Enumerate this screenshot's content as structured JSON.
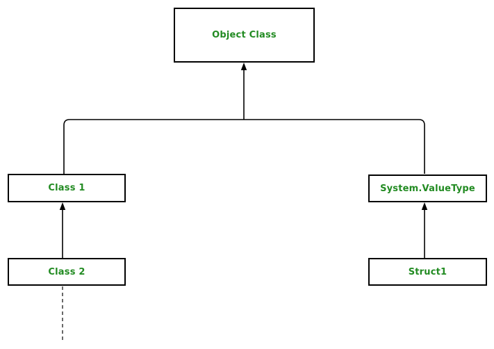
{
  "diagram": {
    "type": "inheritance-hierarchy",
    "nodes": {
      "object_class": {
        "label": "Object Class"
      },
      "class1": {
        "label": "Class 1"
      },
      "system_valuetype": {
        "label": "System.ValueType"
      },
      "class2": {
        "label": "Class 2"
      },
      "struct1": {
        "label": "Struct1"
      }
    },
    "edges": [
      {
        "from": "class1",
        "to": "object_class",
        "style": "solid",
        "arrowhead": "to"
      },
      {
        "from": "system_valuetype",
        "to": "object_class",
        "style": "solid",
        "arrowhead": "to"
      },
      {
        "from": "class2",
        "to": "class1",
        "style": "solid",
        "arrowhead": "to"
      },
      {
        "from": "struct1",
        "to": "system_valuetype",
        "style": "solid",
        "arrowhead": "to"
      },
      {
        "from": "class2",
        "to": "(continues below)",
        "style": "dashed",
        "arrowhead": "none"
      }
    ],
    "colors": {
      "node_text": "#228B22",
      "node_border": "#000000",
      "line": "#000000",
      "dashed_line": "#444444",
      "background": "#ffffff"
    }
  }
}
